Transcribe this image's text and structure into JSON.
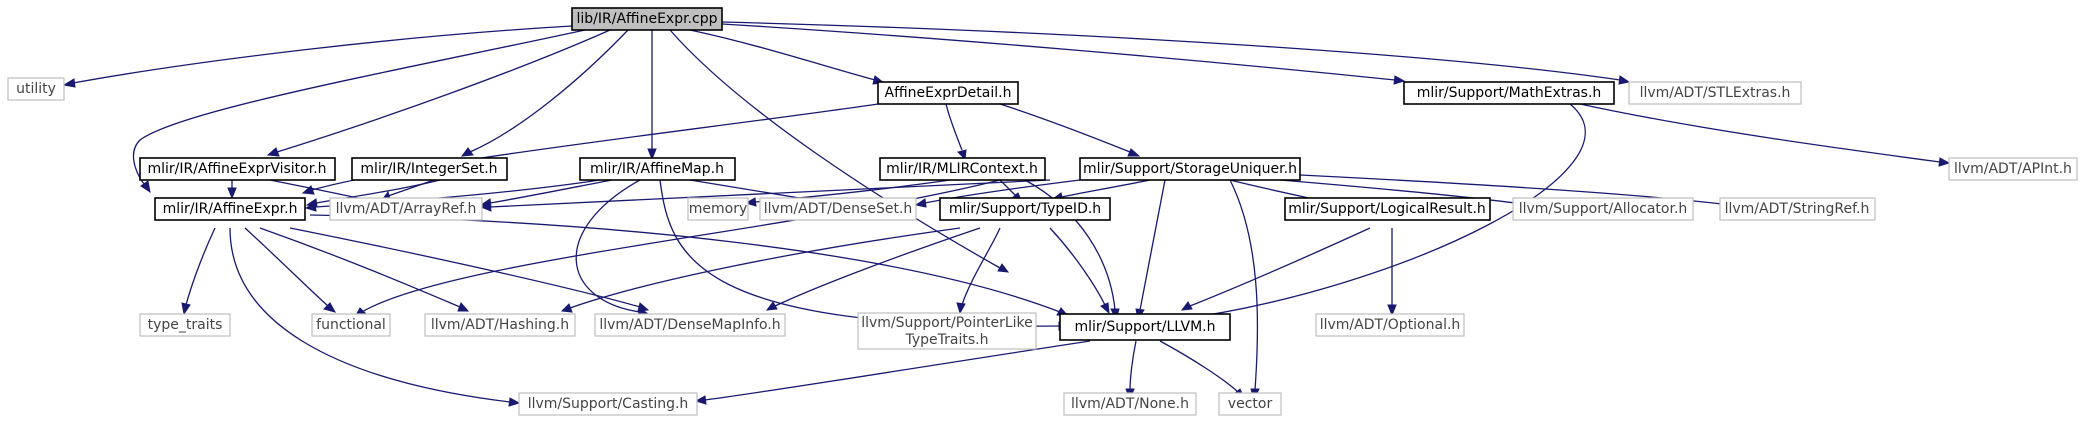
{
  "title": "lib/IR/AffineExpr.cpp",
  "colors": {
    "edge": "#191970",
    "root_fill": "#bfbfbf",
    "internal_border": "#000000",
    "external_border": "#bfbfbf"
  },
  "nodes": [
    {
      "id": "root",
      "lines": [
        "lib/IR/AffineExpr.cpp"
      ],
      "kind": "root"
    },
    {
      "id": "utility",
      "lines": [
        "utility"
      ],
      "kind": "external"
    },
    {
      "id": "affineExprDetail",
      "lines": [
        "AffineExprDetail.h"
      ],
      "kind": "internal"
    },
    {
      "id": "mathExtras",
      "lines": [
        "mlir/Support/MathExtras.h"
      ],
      "kind": "internal"
    },
    {
      "id": "stlExtras",
      "lines": [
        "llvm/ADT/STLExtras.h"
      ],
      "kind": "external"
    },
    {
      "id": "affineExprVisitor",
      "lines": [
        "mlir/IR/AffineExprVisitor.h"
      ],
      "kind": "internal"
    },
    {
      "id": "integerSet",
      "lines": [
        "mlir/IR/IntegerSet.h"
      ],
      "kind": "internal"
    },
    {
      "id": "affineMap",
      "lines": [
        "mlir/IR/AffineMap.h"
      ],
      "kind": "internal"
    },
    {
      "id": "mlirContext",
      "lines": [
        "mlir/IR/MLIRContext.h"
      ],
      "kind": "internal"
    },
    {
      "id": "storageUniquer",
      "lines": [
        "mlir/Support/StorageUniquer.h"
      ],
      "kind": "internal"
    },
    {
      "id": "apint",
      "lines": [
        "llvm/ADT/APInt.h"
      ],
      "kind": "external"
    },
    {
      "id": "affineExpr",
      "lines": [
        "mlir/IR/AffineExpr.h"
      ],
      "kind": "internal"
    },
    {
      "id": "arrayRef",
      "lines": [
        "llvm/ADT/ArrayRef.h"
      ],
      "kind": "external"
    },
    {
      "id": "memory",
      "lines": [
        "memory"
      ],
      "kind": "external"
    },
    {
      "id": "denseSet",
      "lines": [
        "llvm/ADT/DenseSet.h"
      ],
      "kind": "external"
    },
    {
      "id": "typeId",
      "lines": [
        "mlir/Support/TypeID.h"
      ],
      "kind": "internal"
    },
    {
      "id": "logicalResult",
      "lines": [
        "mlir/Support/LogicalResult.h"
      ],
      "kind": "internal"
    },
    {
      "id": "allocator",
      "lines": [
        "llvm/Support/Allocator.h"
      ],
      "kind": "external"
    },
    {
      "id": "stringRef",
      "lines": [
        "llvm/ADT/StringRef.h"
      ],
      "kind": "external"
    },
    {
      "id": "typeTraits",
      "lines": [
        "type_traits"
      ],
      "kind": "external"
    },
    {
      "id": "functional",
      "lines": [
        "functional"
      ],
      "kind": "external"
    },
    {
      "id": "hashing",
      "lines": [
        "llvm/ADT/Hashing.h"
      ],
      "kind": "external"
    },
    {
      "id": "denseMapInfo",
      "lines": [
        "llvm/ADT/DenseMapInfo.h"
      ],
      "kind": "external"
    },
    {
      "id": "pointerLike",
      "lines": [
        "llvm/Support/PointerLike",
        "TypeTraits.h"
      ],
      "kind": "external"
    },
    {
      "id": "llvmH",
      "lines": [
        "mlir/Support/LLVM.h"
      ],
      "kind": "internal"
    },
    {
      "id": "optional",
      "lines": [
        "llvm/ADT/Optional.h"
      ],
      "kind": "external"
    },
    {
      "id": "casting",
      "lines": [
        "llvm/Support/Casting.h"
      ],
      "kind": "external"
    },
    {
      "id": "none",
      "lines": [
        "llvm/ADT/None.h"
      ],
      "kind": "external"
    },
    {
      "id": "vector",
      "lines": [
        "vector"
      ],
      "kind": "external"
    }
  ]
}
